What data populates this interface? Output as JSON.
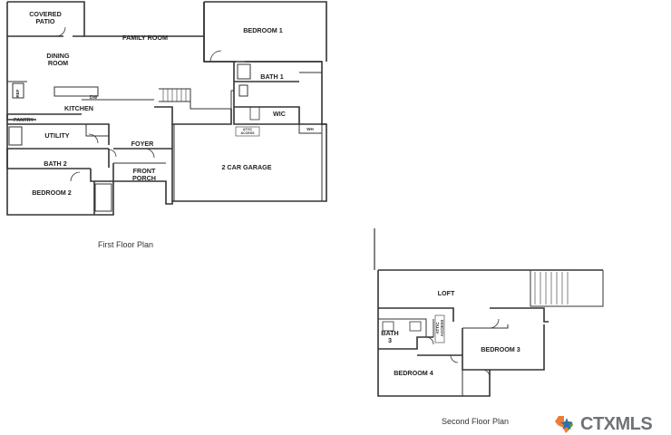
{
  "first_floor": {
    "caption": "First Floor Plan",
    "rooms": {
      "covered_patio_1": "COVERED",
      "covered_patio_2": "PATIO",
      "family_room": "FAMILY ROOM",
      "bedroom_1": "BEDROOM 1",
      "dining_1": "DINING",
      "dining_2": "ROOM",
      "bath_1": "BATH 1",
      "kitchen": "KITCHEN",
      "ref": "REF",
      "dw": "DW",
      "wic": "WIC",
      "pantry": "PANTRY",
      "utility": "UTILITY",
      "foyer": "FOYER",
      "attic_1": "ATTIC",
      "attic_2": "ACCESS",
      "wh": "WH",
      "two_car_garage": "2 CAR GARAGE",
      "bath_2": "BATH 2",
      "front_porch_1": "FRONT",
      "front_porch_2": "PORCH",
      "bedroom_2": "BEDROOM 2"
    }
  },
  "second_floor": {
    "caption": "Second Floor Plan",
    "rooms": {
      "loft": "LOFT",
      "bath_3_1": "BATH",
      "bath_3_2": "3",
      "attic_1": "ATTIC",
      "attic_2": "ACCESS",
      "bedroom_3": "BEDROOM 3",
      "bedroom_4": "BEDROOM 4"
    }
  },
  "watermark": {
    "text": "CTXMLS",
    "mark_icon": "texas-star-logo-icon",
    "colors": {
      "text": "#6f7378",
      "orange": "#e8711e",
      "green": "#5a9e3a",
      "blue": "#2e6db4"
    }
  }
}
